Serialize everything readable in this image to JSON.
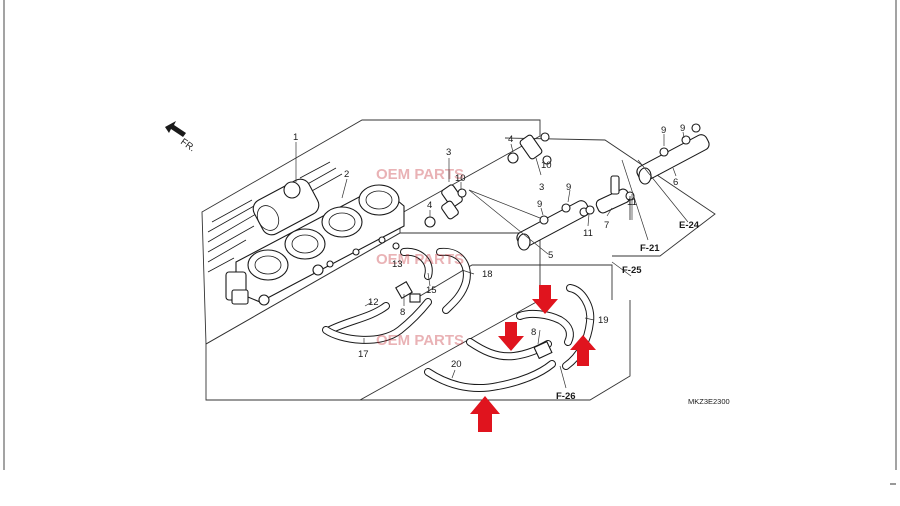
{
  "direction_label": "FR.",
  "watermark_text": "OEM PARTS",
  "diagram_code": "MKZ3E2300",
  "callouts": {
    "p1": "1",
    "p2": "2",
    "p3a": "3",
    "p3b": "3",
    "p4a": "4",
    "p4b": "4",
    "p5": "5",
    "p6": "6",
    "p7": "7",
    "p8a": "8",
    "p8b": "8",
    "p9a": "9",
    "p9b": "9",
    "p9c": "9",
    "p9d": "9",
    "p10a": "10",
    "p10b": "10",
    "p11a": "11",
    "p11b": "11",
    "p12": "12",
    "p13": "13",
    "p15": "15",
    "p17": "17",
    "p18": "18",
    "p19": "19",
    "p20": "20"
  },
  "references": {
    "e24": "E-24",
    "f21": "F-21",
    "f25": "F-25",
    "f26": "F-26"
  },
  "highlight_color": "#e0141e",
  "highlight_arrows": 4
}
